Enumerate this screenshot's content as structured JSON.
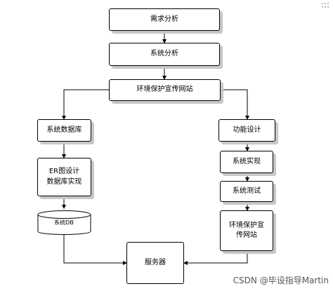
{
  "diagram": {
    "nodes": {
      "requirement_analysis": "需求分析",
      "system_analysis": "系统分析",
      "env_site_top": "环境保护宣传网站",
      "system_database": "系统数据库",
      "er_design": "ER图设计\n数据库实现",
      "system_db": "系统DB",
      "function_design": "功能设计",
      "system_impl": "系统实现",
      "system_test": "系统测试",
      "env_site_bottom": "环境保护宣\n传网站",
      "server": "服务器"
    }
  },
  "watermark": "CSDN @毕设指导Martin"
}
